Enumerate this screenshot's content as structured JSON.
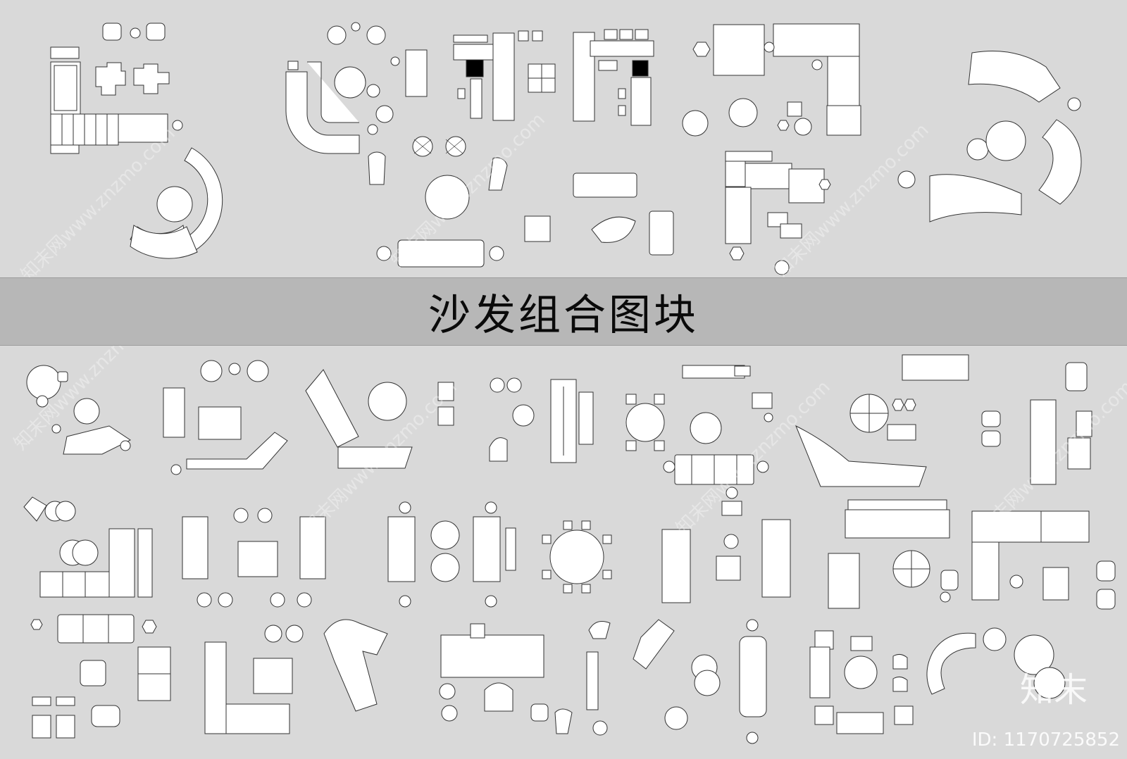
{
  "title": "沙发组合图块",
  "watermark": {
    "text": "知末网www.znzmo.com"
  },
  "brand_logo": "知末",
  "asset_id": "ID: 1170725852",
  "colors": {
    "background": "#d9d9d9",
    "title_band": "#b7b7b7",
    "line": "#333333",
    "fill": "#ffffff"
  }
}
